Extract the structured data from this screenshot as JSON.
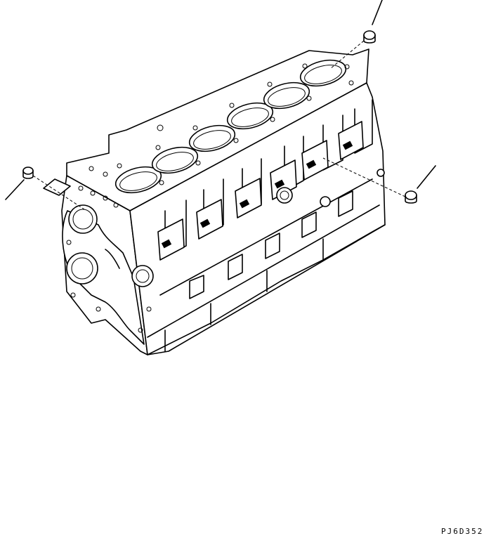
{
  "drawing": {
    "part_code": "PJ6D352",
    "component": "cylinder-block",
    "cylinder_count": 6,
    "callout_count": 3,
    "line_color": "#000000",
    "background": "#ffffff"
  }
}
